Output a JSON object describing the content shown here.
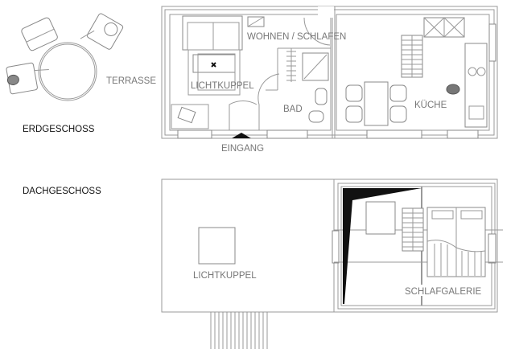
{
  "title": "Floor plan",
  "floors": {
    "ground": {
      "label": "ERDGESCHOSS",
      "rooms": {
        "terrace": "TERRASSE",
        "living": "WOHNEN / SCHLAFEN",
        "skylight": "LICHTKUPPEL",
        "bath": "BAD",
        "kitchen": "KÜCHE",
        "entrance": "EINGANG"
      }
    },
    "upper": {
      "label": "DACHGESCHOSS",
      "rooms": {
        "skylight": "LICHTKUPPEL",
        "gallery": "SCHLAFGALERIE"
      }
    }
  },
  "colors": {
    "line": "#999999",
    "text": "#777777",
    "fill": "#111111"
  }
}
